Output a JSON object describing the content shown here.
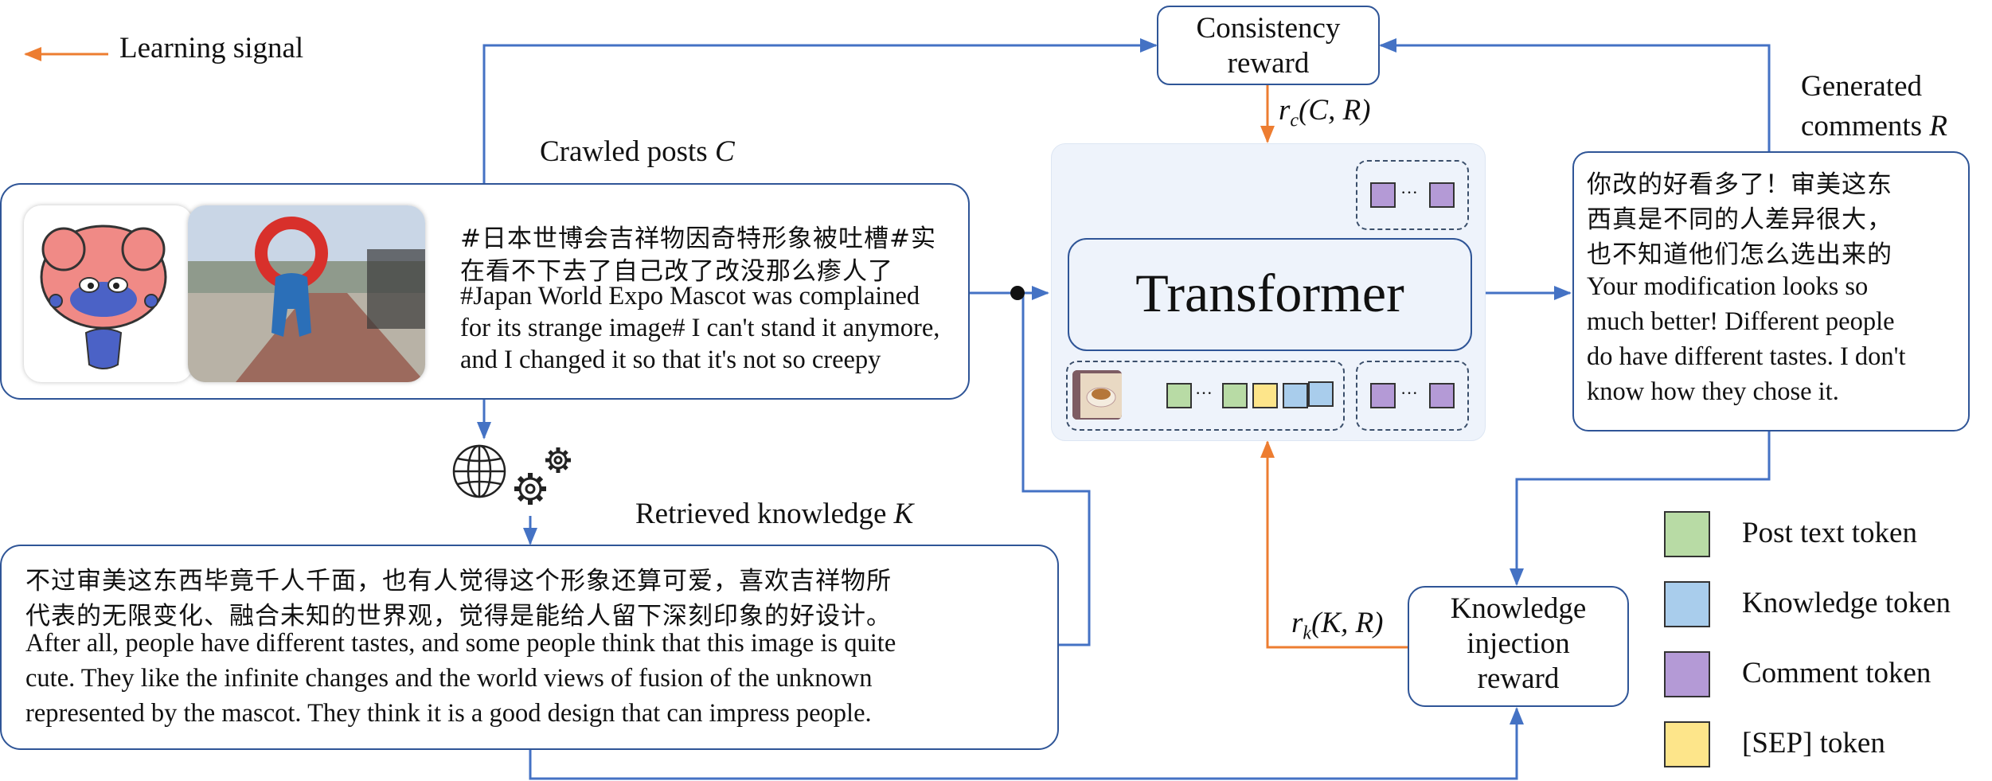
{
  "legend_top": {
    "text": "Learning signal"
  },
  "labels": {
    "crawled_posts": "Crawled posts ",
    "crawled_posts_sym": "C",
    "retrieved_knowledge": "Retrieved knowledge ",
    "retrieved_knowledge_sym": "K",
    "generated_comments_line1": "Generated",
    "generated_comments_line2": "comments ",
    "generated_comments_sym": "R"
  },
  "consistency_reward": {
    "line1": "Consistency",
    "line2": "reward"
  },
  "knowledge_reward": {
    "line1": "Knowledge",
    "line2": "injection",
    "line3": "reward"
  },
  "transformer": {
    "title": "Transformer"
  },
  "rewards": {
    "rc": "r",
    "rc_sub": "c",
    "rc_args": "(C, R)",
    "rk": "r",
    "rk_sub": "k",
    "rk_args": "(K, R)"
  },
  "post": {
    "cjk_line1": "#日本世博会吉祥物因奇特形象被吐槽#实",
    "cjk_line2": "在看不下去了自己改了改没那么瘆人了",
    "en_line1": "#Japan World Expo Mascot was complained",
    "en_line2": "for its strange image# I can't stand it anymore,",
    "en_line3": "and I changed it so that it's not so creepy"
  },
  "knowledge": {
    "cjk_line1": "不过审美这东西毕竟千人千面，也有人觉得这个形象还算可爱，喜欢吉祥物所",
    "cjk_line2": "代表的无限变化、融合未知的世界观，觉得是能给人留下深刻印象的好设计。",
    "en_line1": "After all, people have different tastes, and some people think that this image is quite",
    "en_line2": "cute. They like the infinite changes and the world views of fusion of the unknown",
    "en_line3": "represented by the mascot. They think it is a good design that can impress people."
  },
  "comment": {
    "cjk_line1": "你改的好看多了！审美这东",
    "cjk_line2": "西真是不同的人差异很大，",
    "cjk_line3": "也不知道他们怎么选出来的",
    "en_line1": "Your modification looks so",
    "en_line2": "much better! Different people",
    "en_line3": "do have different tastes. I don't",
    "en_line4": "know how they chose it."
  },
  "legend": [
    {
      "label": "Post text token",
      "color": "#b8dba5"
    },
    {
      "label": "Knowledge token",
      "color": "#a9cdec"
    },
    {
      "label": "Comment token",
      "color": "#b49ad6"
    },
    {
      "label": "[SEP] token",
      "color": "#fde58a"
    }
  ],
  "colors": {
    "flow": "#4472c4",
    "signal": "#ed7d31",
    "border": "#2f5597",
    "panel": "#eef3fb"
  },
  "icons": [
    "globe-icon",
    "gears-icon",
    "mascot-image",
    "mascot-photo",
    "coffee-image"
  ]
}
